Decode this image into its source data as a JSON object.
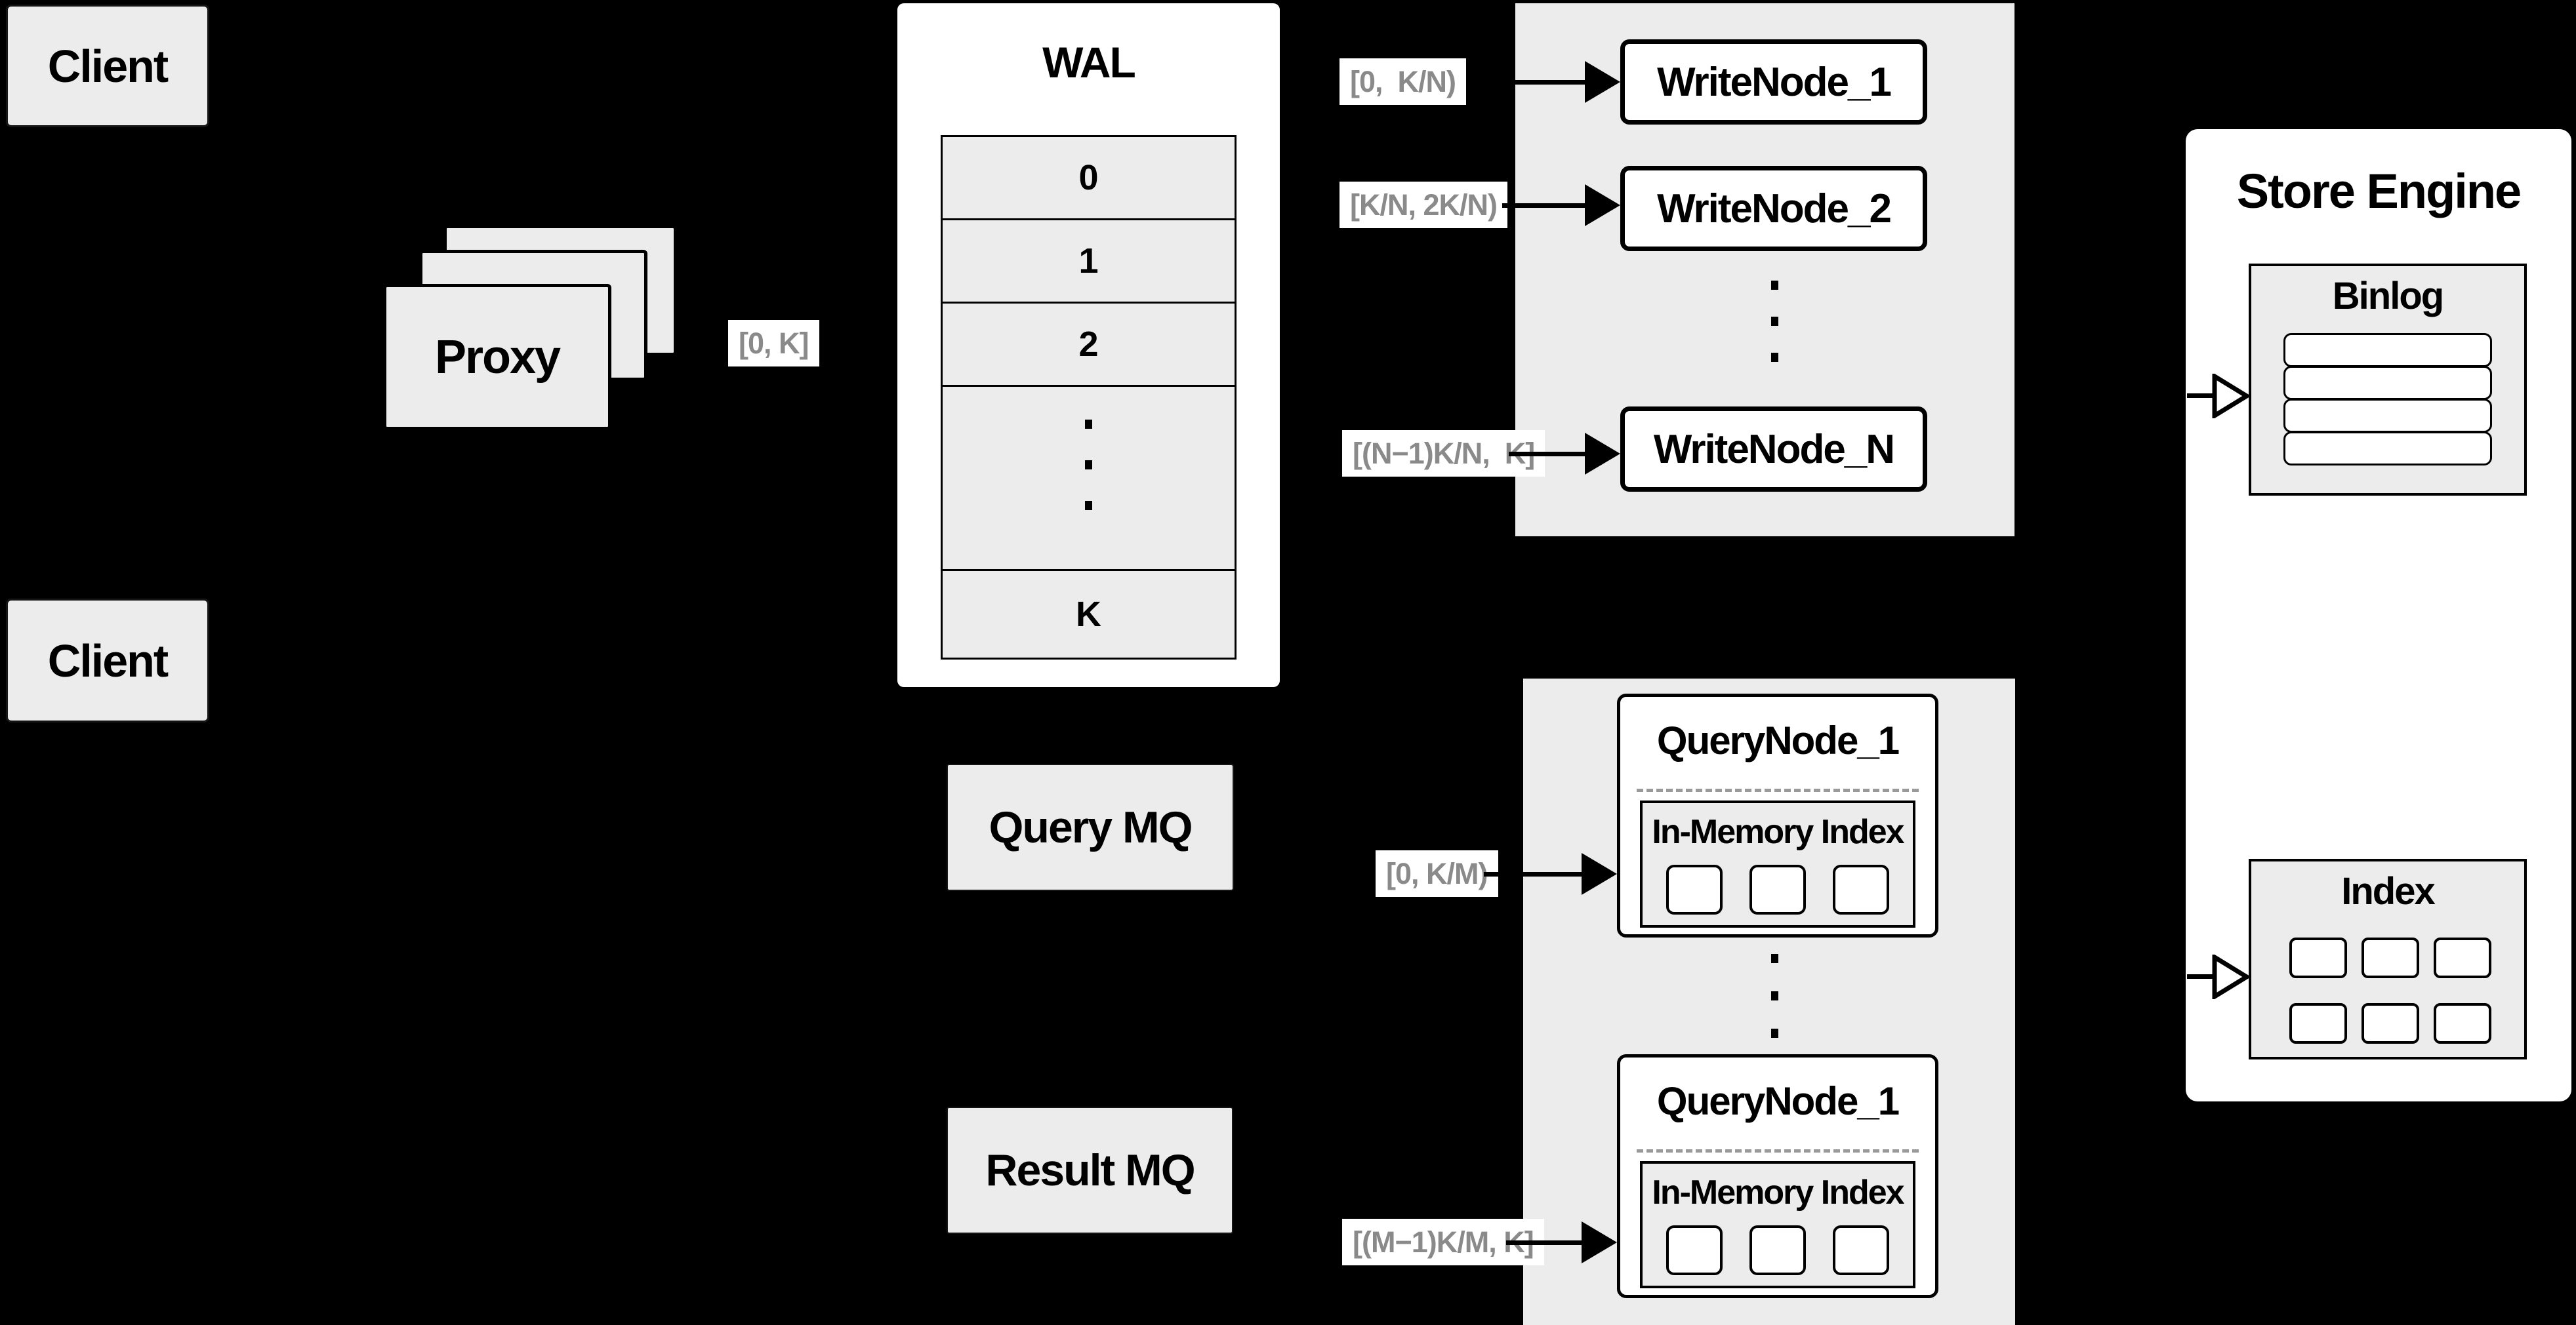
{
  "colors": {
    "background": "#000000",
    "panel_gray": "#ececec",
    "box_white": "#ffffff",
    "border_black": "#000000",
    "range_label_text": "#8a8a8a"
  },
  "client_top": {
    "label": "Client"
  },
  "client_bottom": {
    "label": "Client"
  },
  "proxy": {
    "label": "Proxy"
  },
  "wal": {
    "title": "WAL",
    "rows": [
      "0",
      "1",
      "2",
      "K"
    ]
  },
  "labels": {
    "proxy_range": "[0, K]",
    "write_range_1": "[0,  K/N)",
    "write_range_2": "[K/N, 2K/N)",
    "write_range_n": "[(N−1)K/N,  K]",
    "query_range_1": "[0, K/M)",
    "query_range_m": "[(M−1)K/M, K]"
  },
  "write_nodes": {
    "node_1": "WriteNode_1",
    "node_2": "WriteNode_2",
    "node_n": "WriteNode_N"
  },
  "mq": {
    "query": "Query MQ",
    "result": "Result MQ"
  },
  "query_nodes": {
    "top": {
      "title": "QueryNode_1",
      "index_label": "In-Memory Index"
    },
    "bottom": {
      "title": "QueryNode_1",
      "index_label": "In-Memory Index"
    }
  },
  "store_engine": {
    "title": "Store Engine",
    "binlog_title": "Binlog",
    "index_title": "Index"
  }
}
